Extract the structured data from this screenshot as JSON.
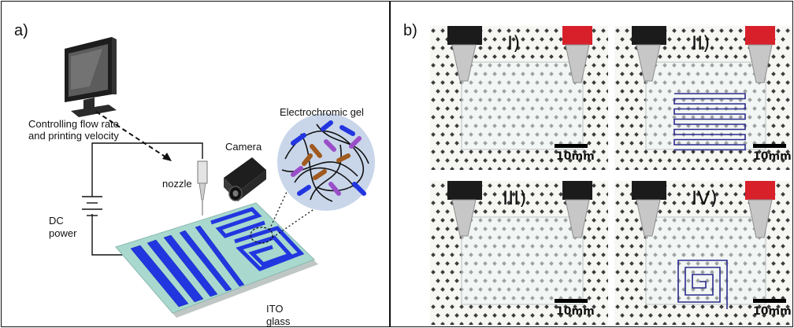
{
  "panel_a": {
    "label": "a)",
    "texts": {
      "controlling": "Controlling flow rate",
      "printing": "and printing velocity",
      "camera": "Camera",
      "nozzle": "nozzle",
      "dc": "DC",
      "power": "power",
      "gel": "Electrochromic gel",
      "ito": "ITO",
      "glass": "glass"
    }
  },
  "panel_b": {
    "label": "b)",
    "photos": [
      {
        "roman": "I)",
        "scale": "10mm",
        "pattern": "blank"
      },
      {
        "roman": "II)",
        "scale": "10mm",
        "pattern": "meander"
      },
      {
        "roman": "III)",
        "scale": "10mm",
        "pattern": "blank"
      },
      {
        "roman": "IV)",
        "scale": "10mm",
        "pattern": "spiral"
      }
    ]
  },
  "colors": {
    "ink_blue": "#2236e0",
    "ink_dark_blue": "#2a2a8c",
    "glass_teal": "#a9d8cf",
    "gel_bubble": "#c9d6ea",
    "clip_red": "#d8202a",
    "clip_black": "#1b1b1b"
  }
}
